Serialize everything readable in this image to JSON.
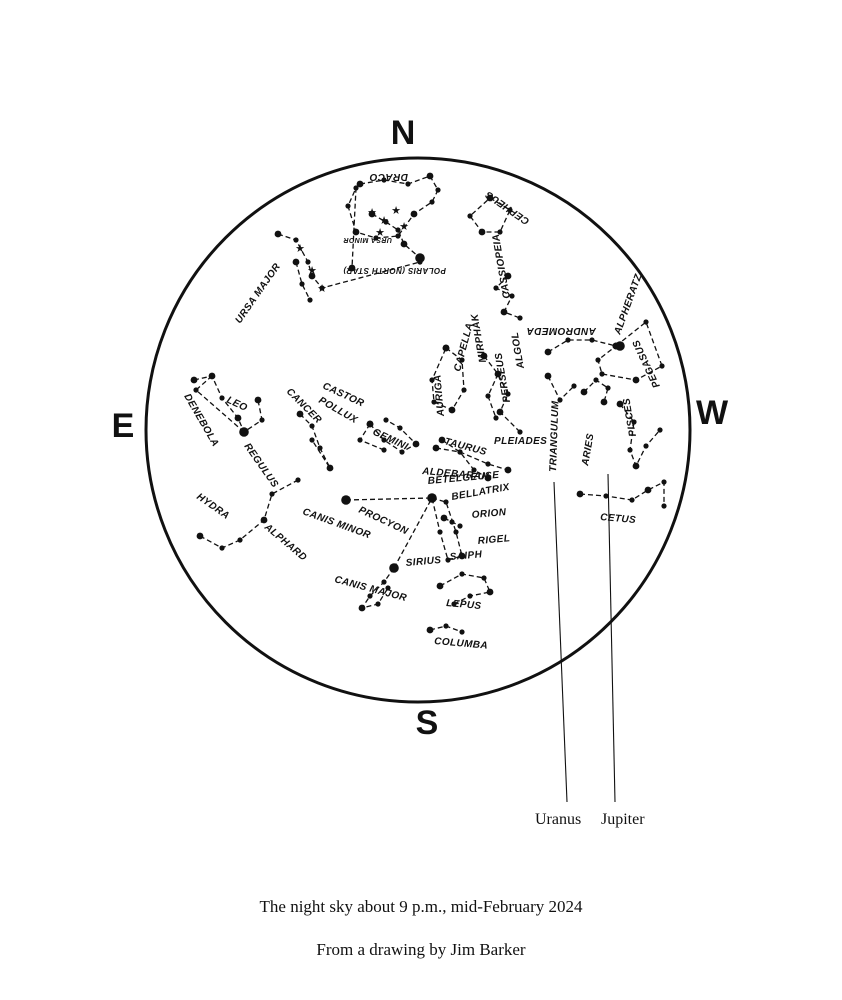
{
  "compass": {
    "north": "N",
    "south": "S",
    "east": "E",
    "west": "W"
  },
  "constellations": [
    "DRACO",
    "CEPHEUS",
    "URSA MINOR",
    "POLARIS (NORTH STAR)",
    "URSA MAJOR",
    "CASSIOPEIA",
    "ANDROMEDA",
    "ALPHERATZ",
    "PEGASUS",
    "CAPELLA",
    "AURIGA",
    "MIRPHAK",
    "PERSEUS",
    "ALGOL",
    "DENEBOLA",
    "LEO",
    "REGULUS",
    "CANCER",
    "CASTOR",
    "POLLUX",
    "GEMINI",
    "TRIANGULUM",
    "ARIES",
    "PISCES",
    "PLEIADES",
    "TAURUS",
    "ALDEBARAN",
    "BETELGEUSE",
    "BELLATRIX",
    "ORION",
    "HYDRA",
    "ALPHARD",
    "CANIS MINOR",
    "PROCYON",
    "RIGEL",
    "SAIPH",
    "SIRIUS",
    "CANIS MAJOR",
    "LEPUS",
    "COLUMBA",
    "CETUS"
  ],
  "planets": {
    "uranus": "Uranus",
    "jupiter": "Jupiter"
  },
  "captions": {
    "line1": "The night sky about 9 p.m., mid-February 2024",
    "line2": "From a drawing by Jim Barker"
  }
}
